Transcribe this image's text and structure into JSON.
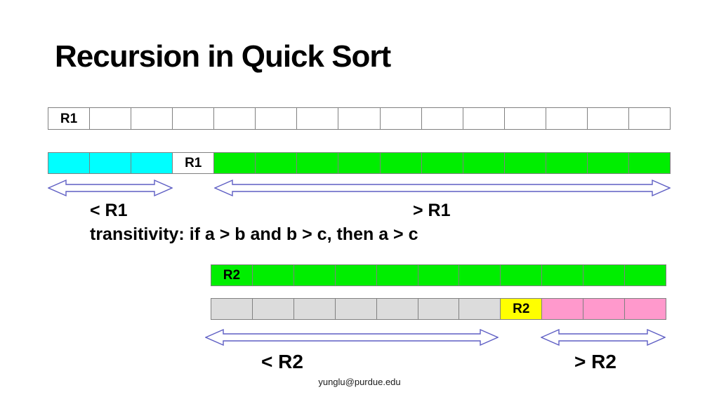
{
  "title": "Recursion in Quick Sort",
  "footer": "yunglu@purdue.edu",
  "colors": {
    "white": "#FFFFFF",
    "cyan": "#00FFFF",
    "green": "#00EE00",
    "gray": "#DCDCDC",
    "yellow": "#FFFF00",
    "pink": "#FF99CC",
    "arrow_outline": "#5F5FC4",
    "cell_border": "#808080"
  },
  "labels": {
    "lt_r1": "< R1",
    "gt_r1": "> R1",
    "transitivity": "transitivity: if a > b and b > c, then a > c",
    "lt_r2": "< R2",
    "gt_r2": "> R2"
  },
  "array_row_1": {
    "description": "unsorted array with pivot R1 in first cell",
    "cells": [
      {
        "color": "white",
        "label": "R1"
      },
      {
        "color": "white"
      },
      {
        "color": "white"
      },
      {
        "color": "white"
      },
      {
        "color": "white"
      },
      {
        "color": "white"
      },
      {
        "color": "white"
      },
      {
        "color": "white"
      },
      {
        "color": "white"
      },
      {
        "color": "white"
      },
      {
        "color": "white"
      },
      {
        "color": "white"
      },
      {
        "color": "white"
      },
      {
        "color": "white"
      },
      {
        "color": "white"
      }
    ]
  },
  "array_row_2": {
    "description": "array partitioned around pivot R1",
    "cells": [
      {
        "color": "cyan"
      },
      {
        "color": "cyan"
      },
      {
        "color": "cyan"
      },
      {
        "color": "white",
        "label": "R1"
      },
      {
        "color": "green"
      },
      {
        "color": "green"
      },
      {
        "color": "green"
      },
      {
        "color": "green"
      },
      {
        "color": "green"
      },
      {
        "color": "green"
      },
      {
        "color": "green"
      },
      {
        "color": "green"
      },
      {
        "color": "green"
      },
      {
        "color": "green"
      },
      {
        "color": "green"
      }
    ]
  },
  "array_row_3": {
    "description": "right subarray with pivot R2 in first cell",
    "cells": [
      {
        "color": "green",
        "label": "R2"
      },
      {
        "color": "green"
      },
      {
        "color": "green"
      },
      {
        "color": "green"
      },
      {
        "color": "green"
      },
      {
        "color": "green"
      },
      {
        "color": "green"
      },
      {
        "color": "green"
      },
      {
        "color": "green"
      },
      {
        "color": "green"
      },
      {
        "color": "green"
      }
    ]
  },
  "array_row_4": {
    "description": "subarray partitioned around pivot R2",
    "cells": [
      {
        "color": "gray"
      },
      {
        "color": "gray"
      },
      {
        "color": "gray"
      },
      {
        "color": "gray"
      },
      {
        "color": "gray"
      },
      {
        "color": "gray"
      },
      {
        "color": "gray"
      },
      {
        "color": "yellow",
        "label": "R2"
      },
      {
        "color": "pink"
      },
      {
        "color": "pink"
      },
      {
        "color": "pink"
      }
    ]
  }
}
